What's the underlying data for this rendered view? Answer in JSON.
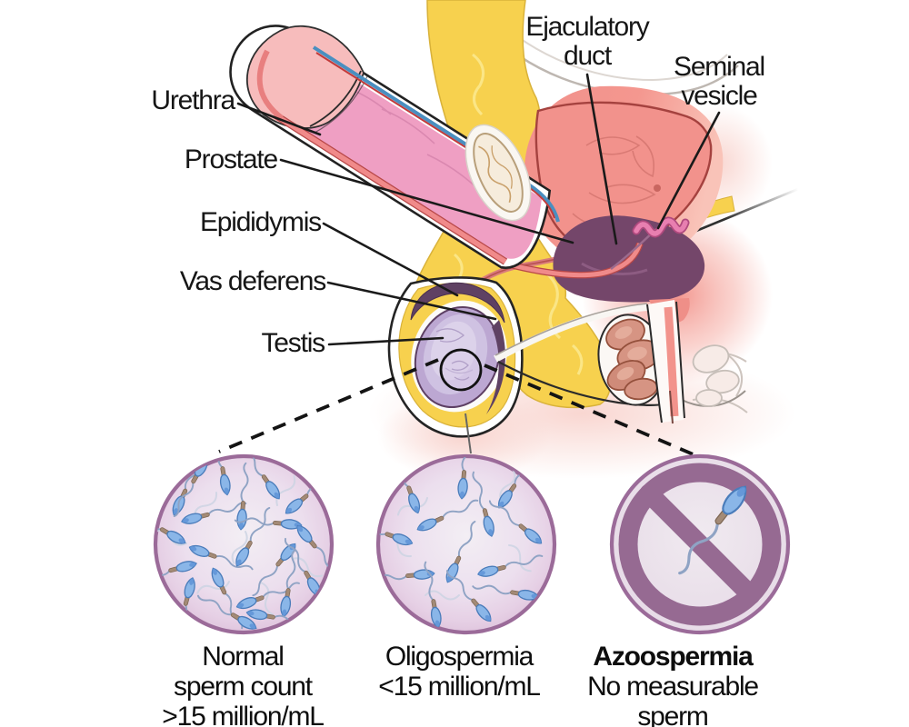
{
  "diagram": {
    "subject": "Male reproductive system with sperm count conditions"
  },
  "anatomy_labels": {
    "urethra": "Urethra",
    "prostate": "Prostate",
    "epididymis": "Epididymis",
    "vas_deferens": "Vas deferens",
    "testis": "Testis",
    "ejaculatory_duct": {
      "line1": "Ejaculatory",
      "line2": "duct"
    },
    "seminal_vesicle": {
      "line1": "Seminal",
      "line2": "vesicle"
    }
  },
  "conditions": [
    {
      "id": "normal",
      "lines": [
        "Normal",
        "sperm count",
        ">15 million/mL"
      ],
      "sperm_shown": 21,
      "crossed_out": false
    },
    {
      "id": "oligospermia",
      "lines": [
        "Oligospermia",
        "<15 million/mL"
      ],
      "sperm_shown": 13,
      "crossed_out": false
    },
    {
      "id": "azoospermia",
      "lines": [
        "Azoospermia",
        "No measurable",
        "sperm"
      ],
      "sperm_shown": 1,
      "crossed_out": true
    }
  ],
  "colors": {
    "dish_border": "#9b6b99",
    "prohibition_sign": "#966a92",
    "sperm_head_blue": "#8ab6e8",
    "fat_yellow": "#f7d14e",
    "bladder_salmon": "#f2918b",
    "prostate_plum": "#74466a",
    "testis_lavender": "#bca7d2",
    "label_text": "#161616"
  }
}
